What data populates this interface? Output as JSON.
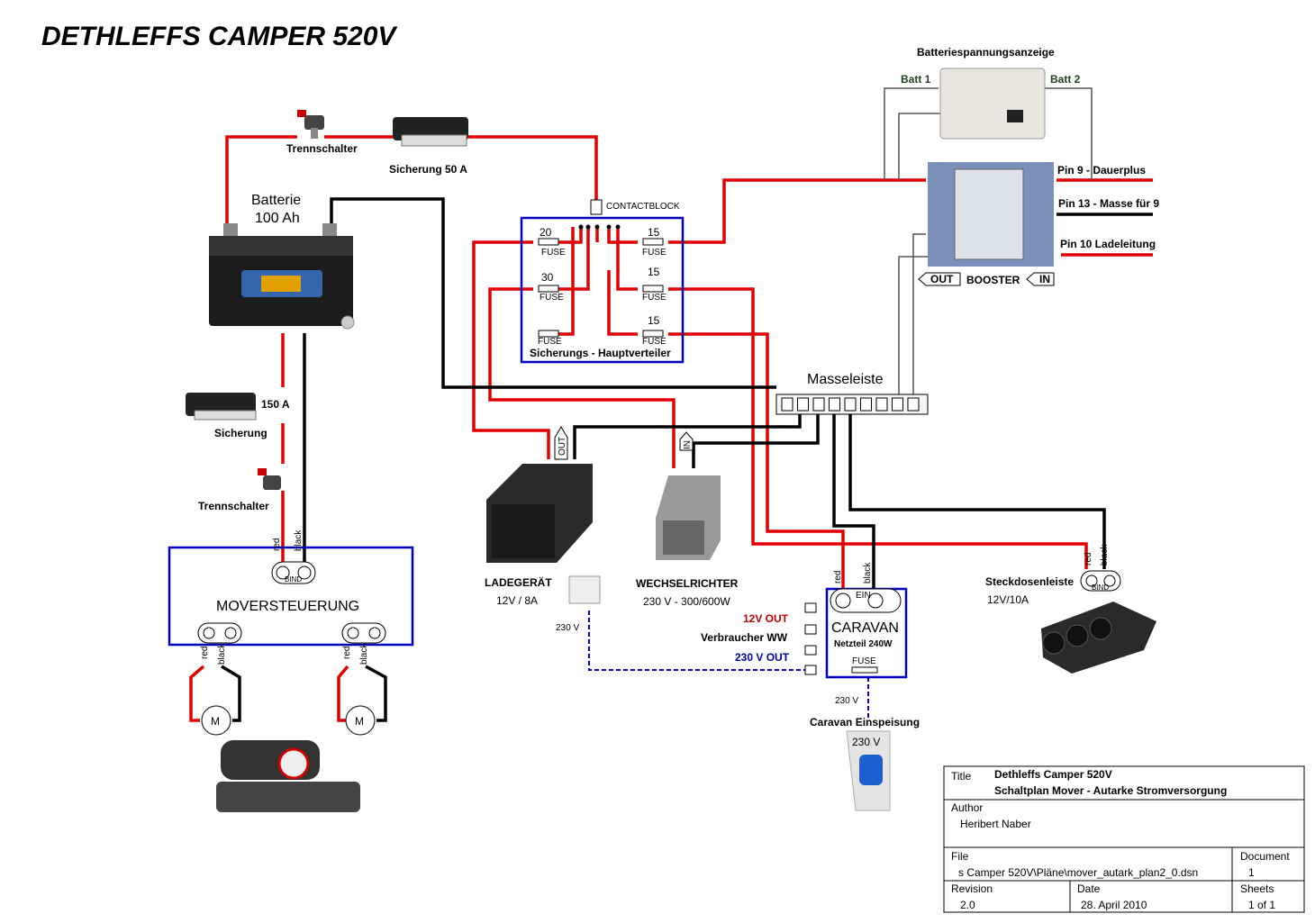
{
  "title": "DETHLEFFS CAMPER 520V",
  "labels": {
    "batterie": "Batterie",
    "batterie_cap": "100 Ah",
    "trennschalter_top": "Trennschalter",
    "sicherung_50": "Sicherung 50 A",
    "contactblock": "CONTACTBLOCK",
    "batteriespannungsanzeige": "Batteriespannungsanzeige",
    "batt1": "Batt 1",
    "batt2": "Batt 2",
    "pin9": "Pin 9 - Dauerplus",
    "pin13": "Pin 13 - Masse für 9",
    "pin10": "Pin 10 Ladeleitung",
    "booster": "BOOSTER",
    "out": "OUT",
    "in": "IN",
    "hauptverteiler": "Sicherungs - Hauptverteiler",
    "masseleiste": "Masseleiste",
    "fuse": "FUSE",
    "f20": "20",
    "f30": "30",
    "f15a": "15",
    "f15b": "15",
    "f15c": "15",
    "a150": "150 A",
    "sicherung": "Sicherung",
    "trennschalter_bottom": "Trennschalter",
    "moversteuerung": "MOVERSTEUERUNG",
    "bind": "BIND",
    "red": "red",
    "black": "black",
    "motor": "M",
    "ladegeraet": "LADEGERÄT",
    "ladegeraet_spec": "12V / 8A",
    "wechselrichter": "WECHSELRICHTER",
    "wechselrichter_spec": "230 V - 300/600W",
    "v230": "230 V",
    "caravan": "CARAVAN",
    "netzteil": "Netzteil 240W",
    "ein": "EIN",
    "out12v": "12V OUT",
    "verbraucher": "Verbraucher WW",
    "out230v": "230 V OUT",
    "caravan_einspeisung": "Caravan Einspeisung",
    "steckdosenleiste": "Steckdosenleiste",
    "steckdosenleiste_spec": "12V/10A"
  },
  "title_block": {
    "title_label": "Title",
    "title_line1": "Dethleffs Camper 520V",
    "title_line2": "Schaltplan Mover - Autarke Stromversorgung",
    "author_label": "Author",
    "author": "Heribert Naber",
    "file_label": "File",
    "file": "s Camper 520V\\Pläne\\mover_autark_plan2_0.dsn",
    "document_label": "Document",
    "document": "1",
    "revision_label": "Revision",
    "revision": "2.0",
    "date_label": "Date",
    "date": "28. April 2010",
    "sheets_label": "Sheets",
    "sheets": "1 of 1"
  },
  "colors": {
    "plus": "#e00000",
    "ground": "#000000",
    "box": "#0000c0",
    "ac": "#0000c0"
  }
}
